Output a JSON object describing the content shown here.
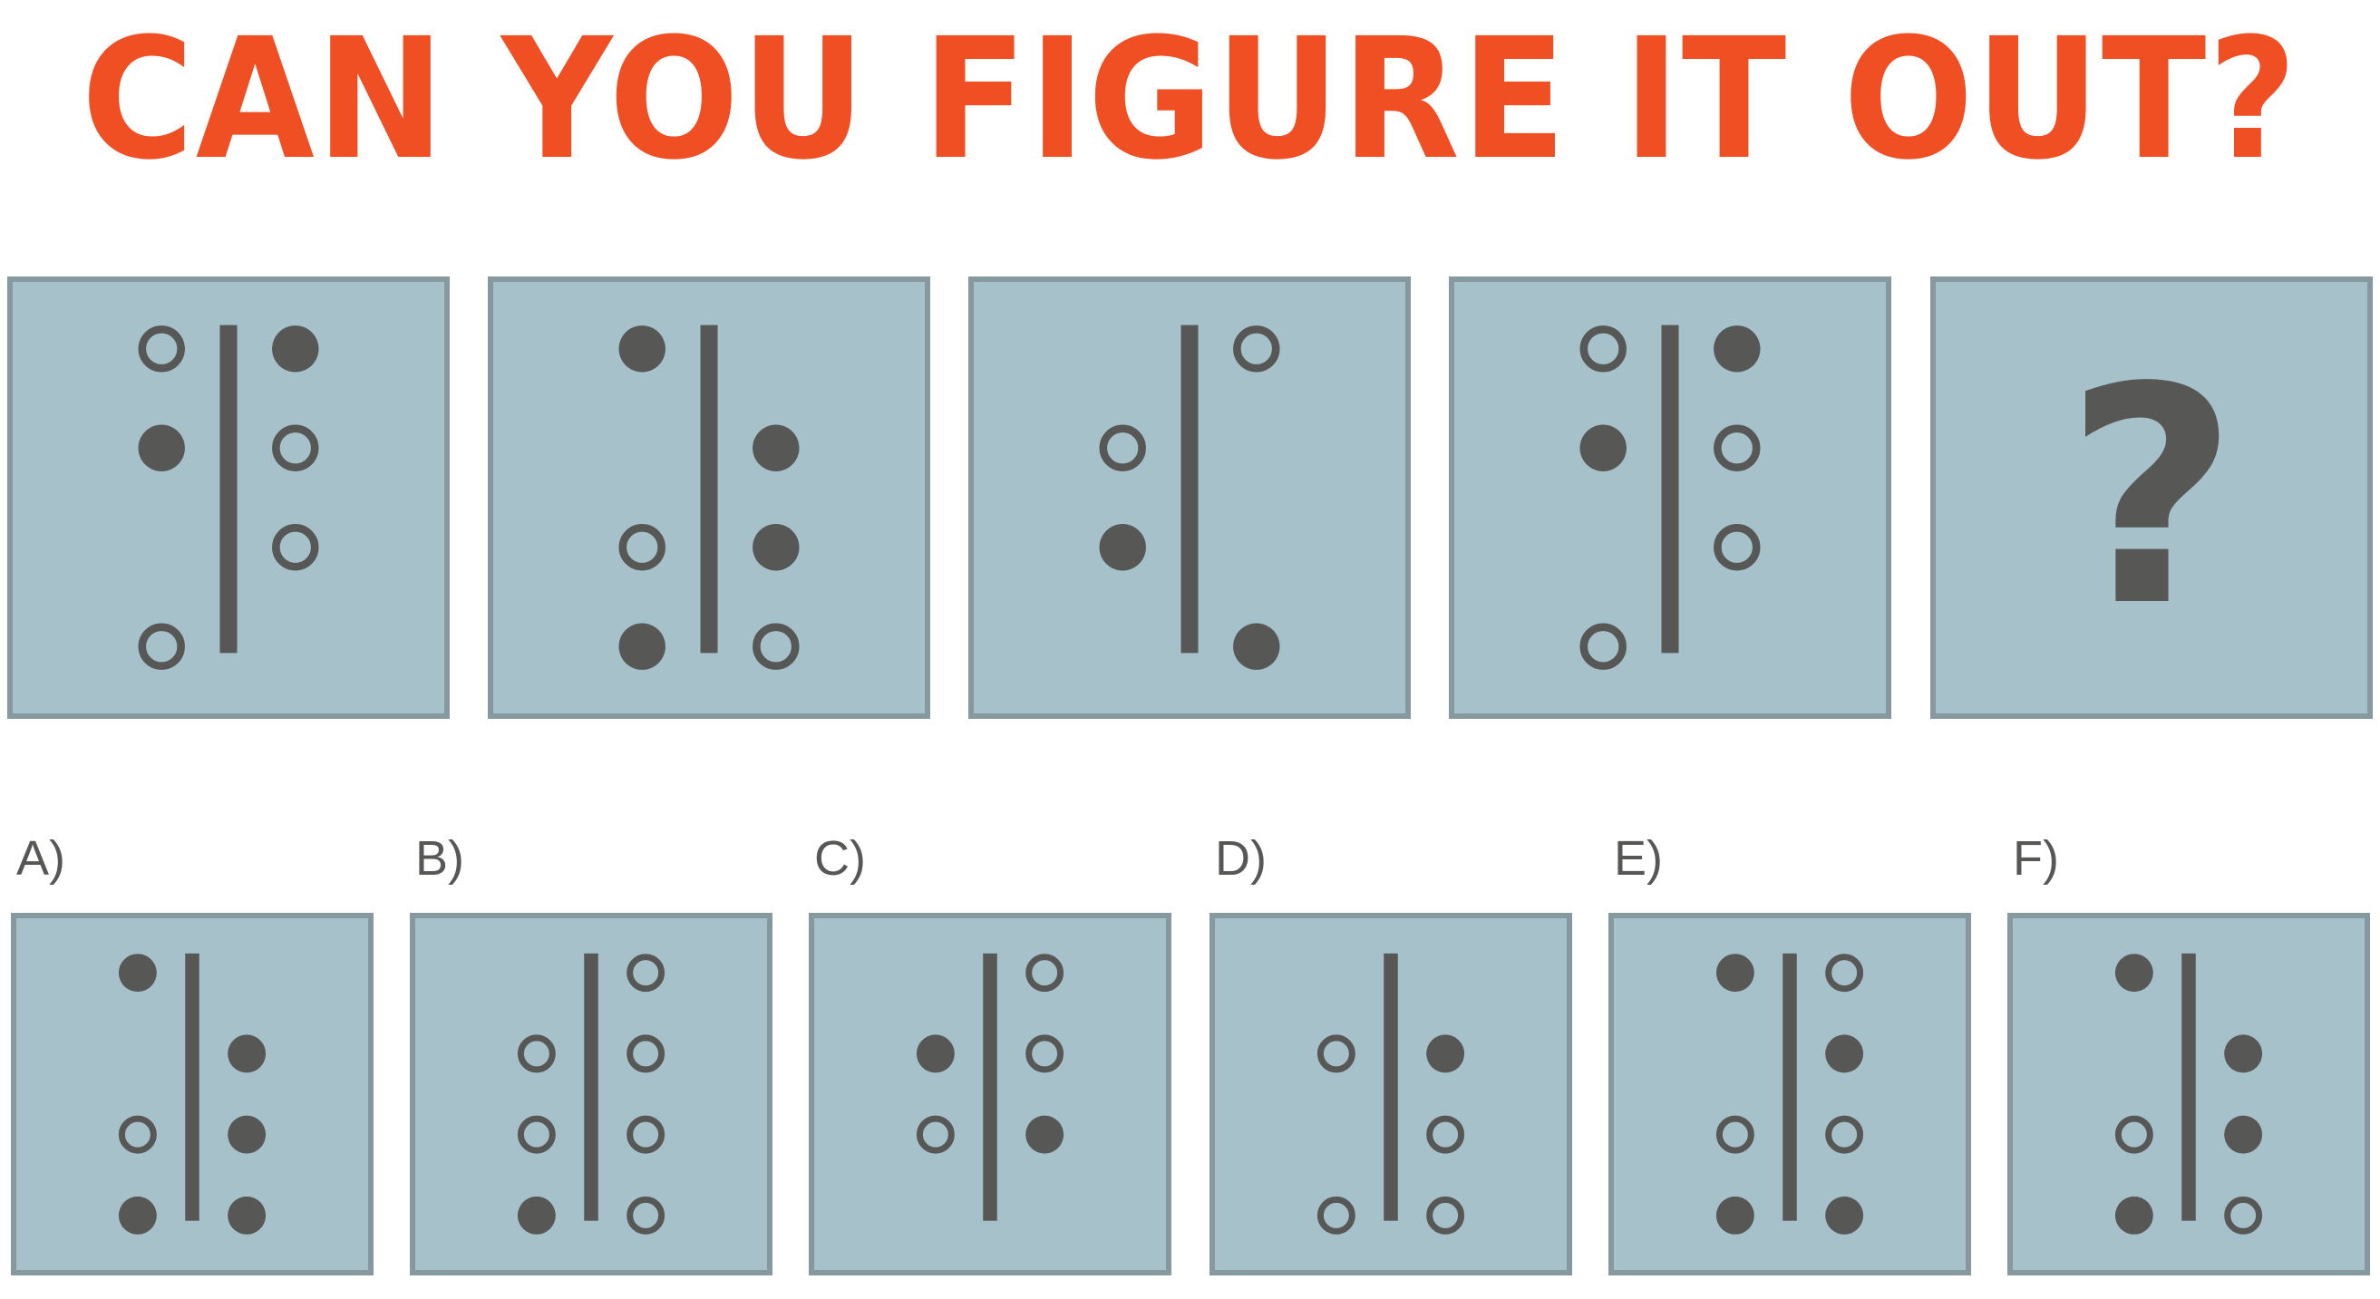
{
  "title": "CAN YOU FIGURE IT OUT?",
  "colors": {
    "title": "#f04e23",
    "panel": "#a7c1ca",
    "panel_border": "#86999f",
    "ink": "#575756"
  },
  "sequence": [
    {
      "left": [
        {
          "row": 1,
          "fill": "hollow"
        },
        {
          "row": 2,
          "fill": "solid"
        },
        {
          "row": 4,
          "fill": "hollow"
        }
      ],
      "right": [
        {
          "row": 1,
          "fill": "solid"
        },
        {
          "row": 2,
          "fill": "hollow"
        },
        {
          "row": 3,
          "fill": "hollow"
        }
      ]
    },
    {
      "left": [
        {
          "row": 1,
          "fill": "solid"
        },
        {
          "row": 3,
          "fill": "hollow"
        },
        {
          "row": 4,
          "fill": "solid"
        }
      ],
      "right": [
        {
          "row": 2,
          "fill": "solid"
        },
        {
          "row": 3,
          "fill": "solid"
        },
        {
          "row": 4,
          "fill": "hollow"
        }
      ]
    },
    {
      "left": [
        {
          "row": 2,
          "fill": "hollow"
        },
        {
          "row": 3,
          "fill": "solid"
        }
      ],
      "right": [
        {
          "row": 1,
          "fill": "hollow"
        },
        {
          "row": 4,
          "fill": "solid"
        }
      ]
    },
    {
      "left": [
        {
          "row": 1,
          "fill": "hollow"
        },
        {
          "row": 2,
          "fill": "solid"
        },
        {
          "row": 4,
          "fill": "hollow"
        }
      ],
      "right": [
        {
          "row": 1,
          "fill": "solid"
        },
        {
          "row": 2,
          "fill": "hollow"
        },
        {
          "row": 3,
          "fill": "hollow"
        }
      ]
    }
  ],
  "unknown_symbol": "?",
  "options": [
    {
      "label": "A)",
      "left": [
        {
          "row": 1,
          "fill": "solid"
        },
        {
          "row": 3,
          "fill": "hollow"
        },
        {
          "row": 4,
          "fill": "solid"
        }
      ],
      "right": [
        {
          "row": 2,
          "fill": "solid"
        },
        {
          "row": 3,
          "fill": "solid"
        },
        {
          "row": 4,
          "fill": "solid"
        }
      ]
    },
    {
      "label": "B)",
      "left": [
        {
          "row": 2,
          "fill": "hollow"
        },
        {
          "row": 3,
          "fill": "hollow"
        },
        {
          "row": 4,
          "fill": "solid"
        }
      ],
      "right": [
        {
          "row": 1,
          "fill": "hollow"
        },
        {
          "row": 2,
          "fill": "hollow"
        },
        {
          "row": 3,
          "fill": "hollow"
        },
        {
          "row": 4,
          "fill": "hollow"
        }
      ]
    },
    {
      "label": "C)",
      "left": [
        {
          "row": 2,
          "fill": "solid"
        },
        {
          "row": 3,
          "fill": "hollow"
        }
      ],
      "right": [
        {
          "row": 1,
          "fill": "hollow"
        },
        {
          "row": 2,
          "fill": "hollow"
        },
        {
          "row": 3,
          "fill": "solid"
        }
      ]
    },
    {
      "label": "D)",
      "left": [
        {
          "row": 2,
          "fill": "hollow"
        },
        {
          "row": 4,
          "fill": "hollow"
        }
      ],
      "right": [
        {
          "row": 2,
          "fill": "solid"
        },
        {
          "row": 3,
          "fill": "hollow"
        },
        {
          "row": 4,
          "fill": "hollow"
        }
      ]
    },
    {
      "label": "E)",
      "left": [
        {
          "row": 1,
          "fill": "solid"
        },
        {
          "row": 3,
          "fill": "hollow"
        },
        {
          "row": 4,
          "fill": "solid"
        }
      ],
      "right": [
        {
          "row": 1,
          "fill": "hollow"
        },
        {
          "row": 2,
          "fill": "solid"
        },
        {
          "row": 3,
          "fill": "hollow"
        },
        {
          "row": 4,
          "fill": "solid"
        }
      ]
    },
    {
      "label": "F)",
      "left": [
        {
          "row": 1,
          "fill": "solid"
        },
        {
          "row": 3,
          "fill": "hollow"
        },
        {
          "row": 4,
          "fill": "solid"
        }
      ],
      "right": [
        {
          "row": 2,
          "fill": "solid"
        },
        {
          "row": 3,
          "fill": "solid"
        },
        {
          "row": 4,
          "fill": "hollow"
        }
      ]
    }
  ]
}
